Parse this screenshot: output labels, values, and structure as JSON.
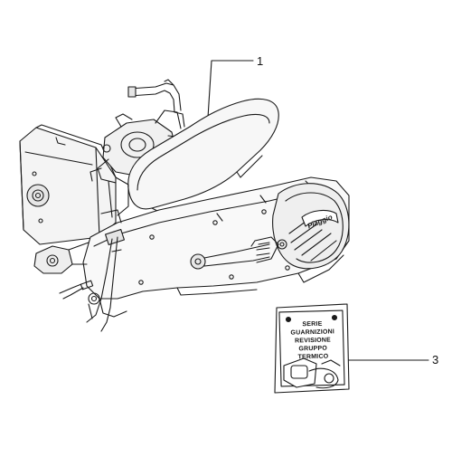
{
  "callouts": [
    {
      "number": "1",
      "part": "engine-assembly"
    },
    {
      "number": "3",
      "part": "gasket-kit"
    }
  ],
  "engine": {
    "brand_badge": "Piaggio"
  },
  "gasket_kit": {
    "lines": [
      "SERIE",
      "GUARNIZIONI",
      "REVISIONE",
      "GRUPPO",
      "TERMICO"
    ]
  },
  "colors": {
    "line": "#1a1a1a",
    "background": "#ffffff"
  }
}
